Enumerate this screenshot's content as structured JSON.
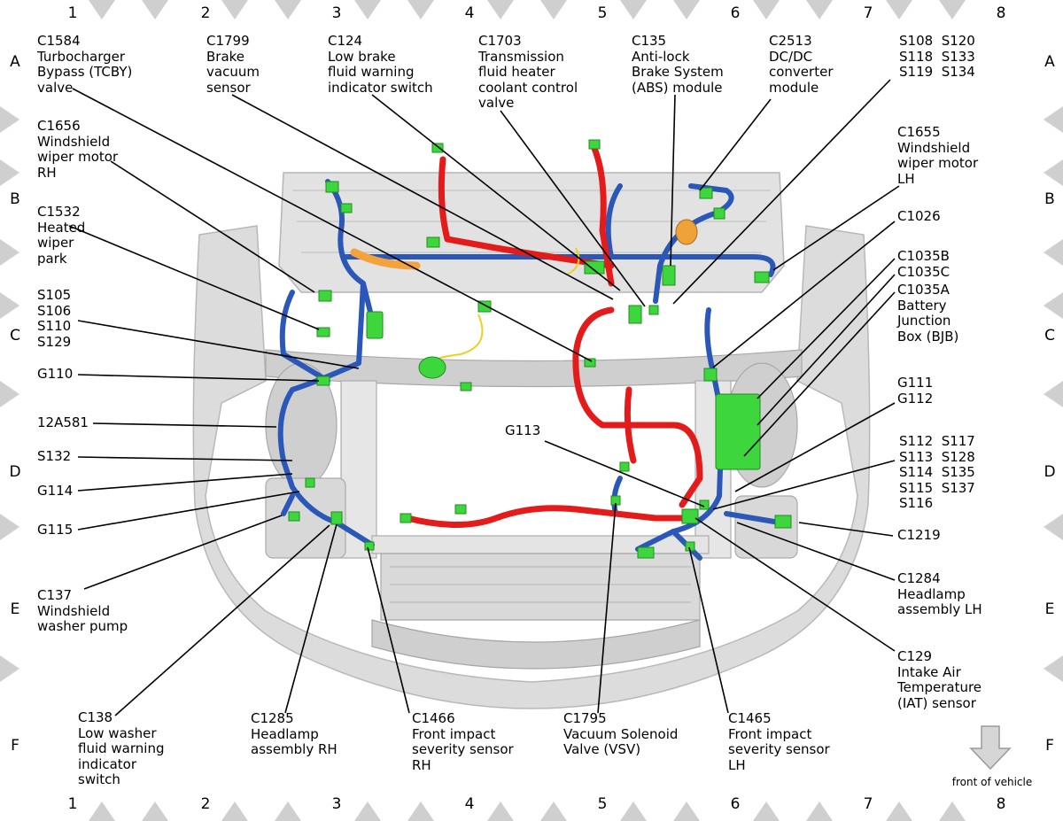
{
  "grid": {
    "columns": [
      "1",
      "2",
      "3",
      "4",
      "5",
      "6",
      "7",
      "8"
    ],
    "rows": [
      "A",
      "B",
      "C",
      "D",
      "E",
      "F"
    ]
  },
  "colors": {
    "harness_blue": "#2a57b8",
    "harness_red": "#e41b1b",
    "harness_orange": "#f4a23c",
    "connector_green": "#3dd63d",
    "body_gray": "#d6d6d6",
    "border_diamond": "#cfcfcf"
  },
  "front_of_vehicle": "front of vehicle",
  "labels": [
    {
      "id": "c1584",
      "text": "C1584\nTurbocharger\nBypass (TCBY)\nvalve"
    },
    {
      "id": "c1799",
      "text": "C1799\nBrake\nvacuum\nsensor"
    },
    {
      "id": "c124",
      "text": "C124\nLow brake\nfluid warning\nindicator switch"
    },
    {
      "id": "c1703",
      "text": "C1703\nTransmission\nfluid heater\ncoolant control\nvalve"
    },
    {
      "id": "c135",
      "text": "C135\nAnti-lock\nBrake System\n(ABS) module"
    },
    {
      "id": "c2513",
      "text": "C2513\nDC/DC\nconverter\nmodule"
    },
    {
      "id": "s108",
      "text": "S108  S120\nS118  S133\nS119  S134"
    },
    {
      "id": "c1656",
      "text": "C1656\nWindshield\nwiper motor\nRH"
    },
    {
      "id": "c1655",
      "text": "C1655\nWindshield\nwiper motor\nLH"
    },
    {
      "id": "c1532",
      "text": "C1532\nHeated\nwiper\npark"
    },
    {
      "id": "c1026",
      "text": "C1026"
    },
    {
      "id": "c1035b",
      "text": "C1035B"
    },
    {
      "id": "c1035c",
      "text": "C1035C"
    },
    {
      "id": "c1035a",
      "text": "C1035A\nBattery\nJunction\nBox (BJB)"
    },
    {
      "id": "s105",
      "text": "S105\nS106\nS110\nS129"
    },
    {
      "id": "g110",
      "text": "G110"
    },
    {
      "id": "g111",
      "text": "G111\nG112"
    },
    {
      "id": "12a581",
      "text": "12A581"
    },
    {
      "id": "g113",
      "text": "G113"
    },
    {
      "id": "s112",
      "text": "S112  S117\nS113  S128\nS114  S135\nS115  S137\nS116"
    },
    {
      "id": "s132",
      "text": "S132"
    },
    {
      "id": "g114",
      "text": "G114"
    },
    {
      "id": "g115",
      "text": "G115"
    },
    {
      "id": "c1219",
      "text": "C1219"
    },
    {
      "id": "c137",
      "text": "C137\nWindshield\nwasher pump"
    },
    {
      "id": "c1284",
      "text": "C1284\nHeadlamp\nassembly LH"
    },
    {
      "id": "c129",
      "text": "C129\nIntake Air\nTemperature\n(IAT) sensor"
    },
    {
      "id": "c138",
      "text": "C138\nLow washer\nfluid warning\nindicator\nswitch"
    },
    {
      "id": "c1285",
      "text": "C1285\nHeadlamp\nassembly RH"
    },
    {
      "id": "c1466",
      "text": "C1466\nFront impact\nseverity sensor\nRH"
    },
    {
      "id": "c1795",
      "text": "C1795\nVacuum Solenoid\nValve (VSV)"
    },
    {
      "id": "c1465",
      "text": "C1465\nFront impact\nseverity sensor\nLH"
    }
  ]
}
